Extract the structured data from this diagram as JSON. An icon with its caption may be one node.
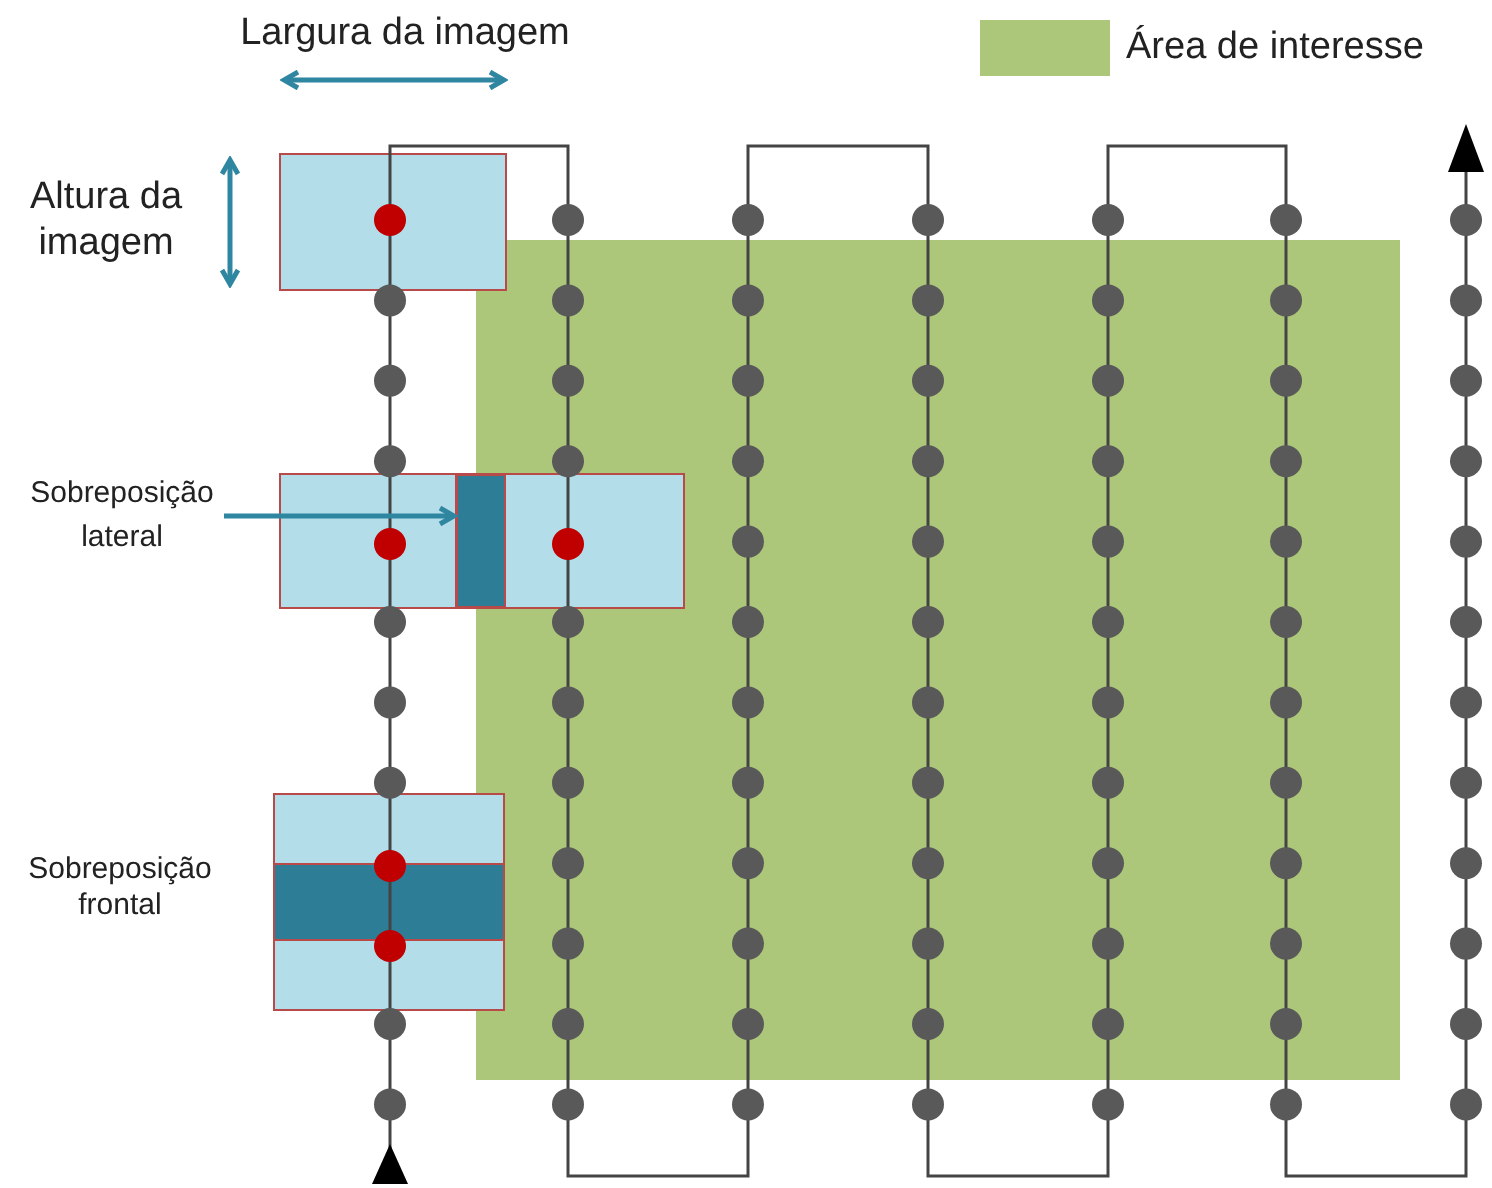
{
  "diagram": {
    "nodes": [
      {
        "text": [
          "Sobreposição lateral"
        ]
      },
      {
        "text": [],
        "shape": "bar"
      }
    ],
    "edges": [
      {
        "from": 0,
        "to": 1,
        "arrow": "to"
      }
    ],
    "labels": [
      "Largura da imagem",
      "Altura da imagem",
      "Sobreposição frontal"
    ],
    "legend": [
      {
        "text": "Área de interesse",
        "color": "#adc77a"
      }
    ]
  }
}
